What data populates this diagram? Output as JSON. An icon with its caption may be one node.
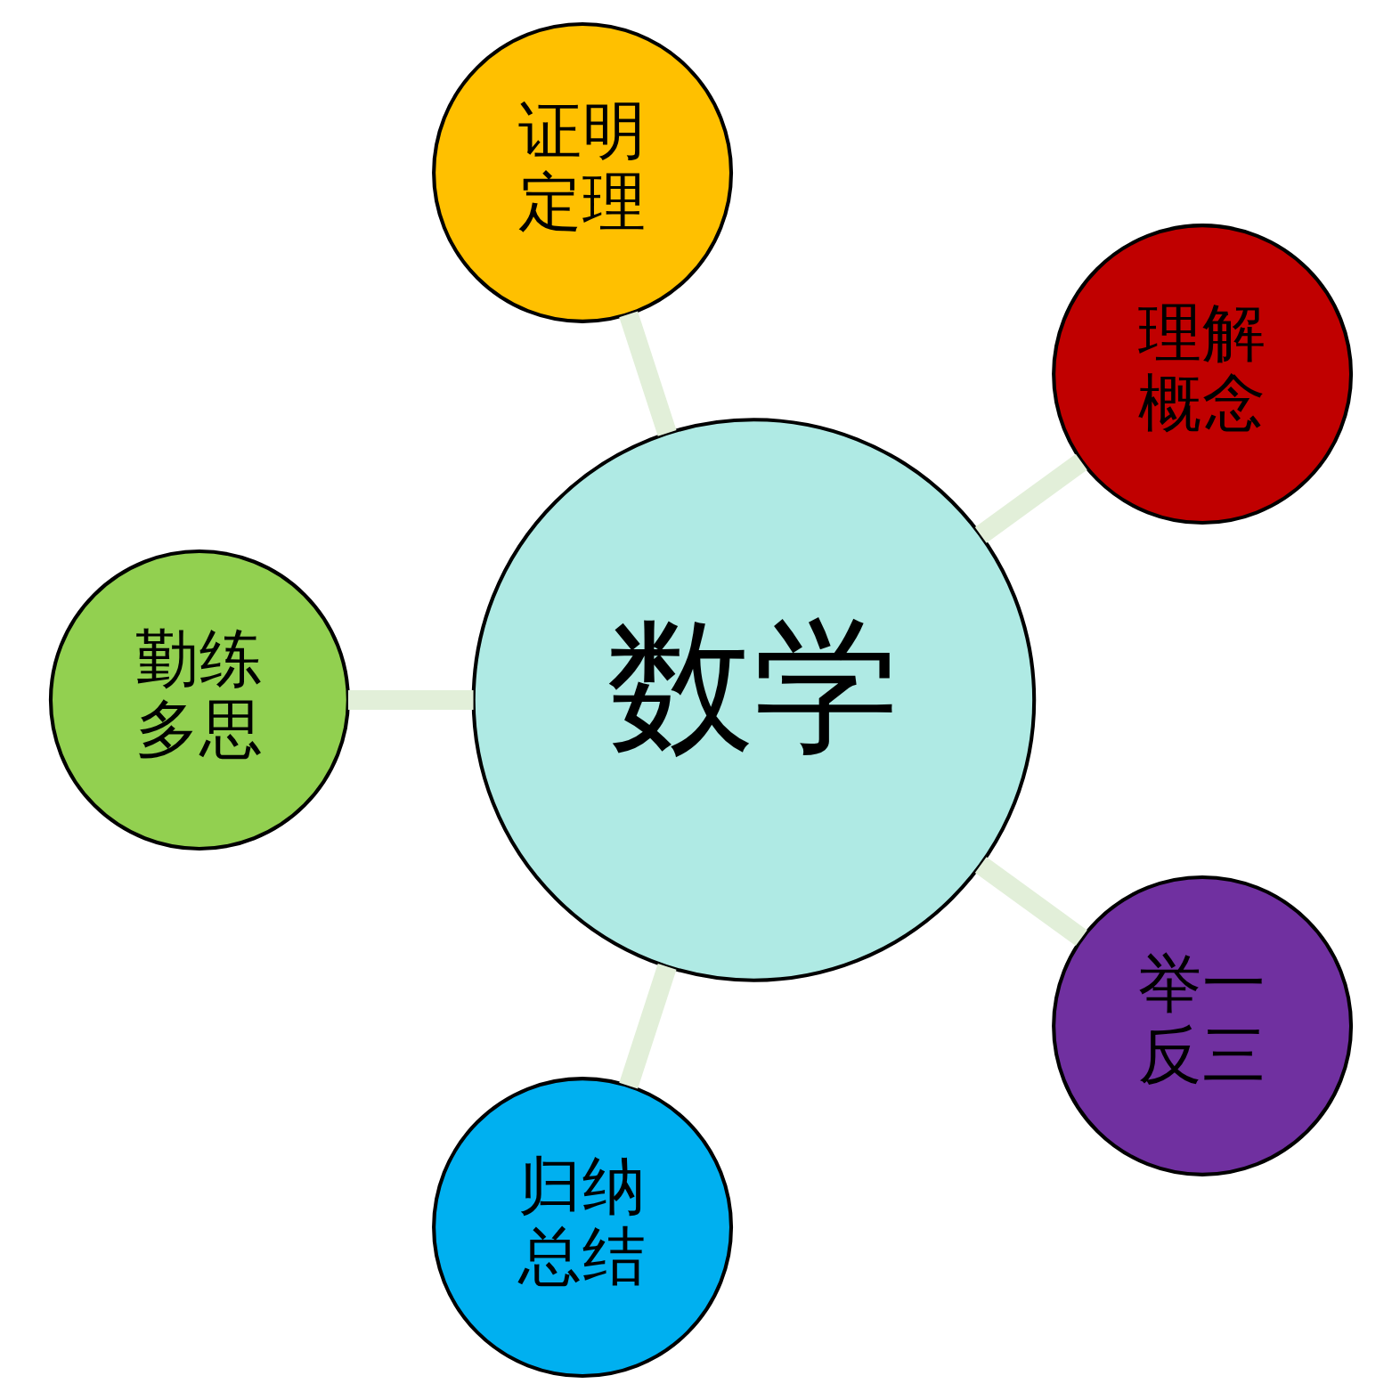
{
  "diagram": {
    "nodes": [
      {
        "text": [
          "数学"
        ]
      },
      {
        "text": [
          "理解概念"
        ]
      },
      {
        "text": [
          "证明定理"
        ]
      },
      {
        "text": [
          "勤练多思"
        ]
      },
      {
        "text": [
          "归纳总结"
        ]
      },
      {
        "text": [
          "举一反三"
        ]
      }
    ],
    "edges": [
      {
        "from": 0,
        "to": 1,
        "arrow": "none"
      },
      {
        "from": 0,
        "to": 2,
        "arrow": "none"
      },
      {
        "from": 0,
        "to": 3,
        "arrow": "none"
      },
      {
        "from": 0,
        "to": 4,
        "arrow": "none"
      },
      {
        "from": 0,
        "to": 5,
        "arrow": "none"
      }
    ]
  }
}
